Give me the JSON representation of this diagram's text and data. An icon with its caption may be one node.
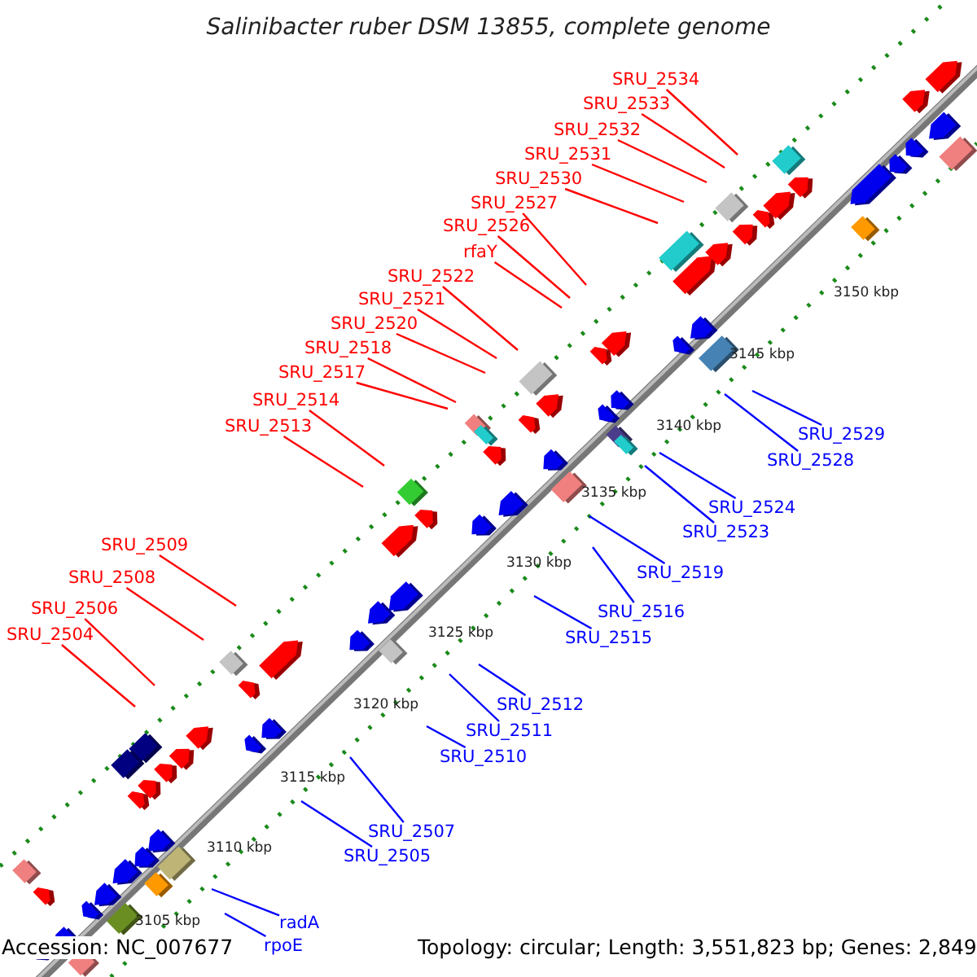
{
  "diagram": {
    "title": "Salinibacter ruber DSM 13855, complete genome",
    "nodes": [
      {
        "text": [
          "SRU_2534"
        ]
      },
      {
        "text": [
          "SRU_2533"
        ]
      },
      {
        "text": [
          "SRU_2532"
        ]
      },
      {
        "text": [
          "SRU_2531"
        ]
      },
      {
        "text": [
          "SRU_2530"
        ]
      },
      {
        "text": [
          "SRU_2527"
        ]
      },
      {
        "text": [
          "SRU_2526"
        ]
      },
      {
        "text": [
          "rfaY"
        ]
      },
      {
        "text": [
          "SRU_2522"
        ]
      },
      {
        "text": [
          "SRU_2521"
        ]
      },
      {
        "text": [
          "SRU_2520"
        ]
      },
      {
        "text": [
          "SRU_2518"
        ]
      },
      {
        "text": [
          "SRU_2517"
        ]
      },
      {
        "text": [
          "SRU_2514"
        ]
      },
      {
        "text": [
          "SRU_2513"
        ]
      },
      {
        "text": [
          "SRU_2509"
        ]
      },
      {
        "text": [
          "SRU_2508"
        ]
      },
      {
        "text": [
          "SRU_2506"
        ]
      },
      {
        "text": [
          "SRU_2504"
        ]
      },
      {
        "text": [
          "SRU_2529"
        ]
      },
      {
        "text": [
          "SRU_2528"
        ]
      },
      {
        "text": [
          "SRU_2524"
        ]
      },
      {
        "text": [
          "SRU_2523"
        ]
      },
      {
        "text": [
          "SRU_2519"
        ]
      },
      {
        "text": [
          "SRU_2516"
        ]
      },
      {
        "text": [
          "SRU_2515"
        ]
      },
      {
        "text": [
          "SRU_2512"
        ]
      },
      {
        "text": [
          "SRU_2511"
        ]
      },
      {
        "text": [
          "SRU_2510"
        ]
      },
      {
        "text": [
          "SRU_2507"
        ]
      },
      {
        "text": [
          "SRU_2505"
        ]
      },
      {
        "text": [
          "radA"
        ]
      },
      {
        "text": [
          "rpoE"
        ]
      }
    ],
    "edges": [
      {
        "from": 0,
        "to": null,
        "arrow": "none",
        "color": "#ff0000"
      },
      {
        "from": 1,
        "to": null,
        "arrow": "none",
        "color": "#ff0000"
      },
      {
        "from": 2,
        "to": null,
        "arrow": "none",
        "color": "#ff0000"
      },
      {
        "from": 3,
        "to": null,
        "arrow": "none",
        "color": "#ff0000"
      },
      {
        "from": 4,
        "to": null,
        "arrow": "none",
        "color": "#ff0000"
      },
      {
        "from": 5,
        "to": null,
        "arrow": "none",
        "color": "#ff0000"
      },
      {
        "from": 6,
        "to": null,
        "arrow": "none",
        "color": "#ff0000"
      },
      {
        "from": 7,
        "to": null,
        "arrow": "none",
        "color": "#ff0000"
      },
      {
        "from": 8,
        "to": null,
        "arrow": "none",
        "color": "#ff0000"
      },
      {
        "from": 9,
        "to": null,
        "arrow": "none",
        "color": "#ff0000"
      },
      {
        "from": 10,
        "to": null,
        "arrow": "none",
        "color": "#ff0000"
      },
      {
        "from": 11,
        "to": null,
        "arrow": "none",
        "color": "#ff0000"
      },
      {
        "from": 12,
        "to": null,
        "arrow": "none",
        "color": "#ff0000"
      },
      {
        "from": 13,
        "to": null,
        "arrow": "none",
        "color": "#ff0000"
      },
      {
        "from": 14,
        "to": null,
        "arrow": "none",
        "color": "#ff0000"
      },
      {
        "from": 15,
        "to": null,
        "arrow": "none",
        "color": "#ff0000"
      },
      {
        "from": 16,
        "to": null,
        "arrow": "none",
        "color": "#ff0000"
      },
      {
        "from": 17,
        "to": null,
        "arrow": "none",
        "color": "#ff0000"
      },
      {
        "from": 18,
        "to": null,
        "arrow": "none",
        "color": "#ff0000"
      },
      {
        "from": 19,
        "to": null,
        "arrow": "none",
        "color": "#0000ff"
      },
      {
        "from": 20,
        "to": null,
        "arrow": "none",
        "color": "#0000ff"
      },
      {
        "from": 21,
        "to": null,
        "arrow": "none",
        "color": "#0000ff"
      },
      {
        "from": 22,
        "to": null,
        "arrow": "none",
        "color": "#0000ff"
      },
      {
        "from": 23,
        "to": null,
        "arrow": "none",
        "color": "#0000ff"
      },
      {
        "from": 24,
        "to": null,
        "arrow": "none",
        "color": "#0000ff"
      },
      {
        "from": 25,
        "to": null,
        "arrow": "none",
        "color": "#0000ff"
      },
      {
        "from": 26,
        "to": null,
        "arrow": "none",
        "color": "#0000ff"
      },
      {
        "from": 27,
        "to": null,
        "arrow": "none",
        "color": "#0000ff"
      },
      {
        "from": 28,
        "to": null,
        "arrow": "none",
        "color": "#0000ff"
      },
      {
        "from": 29,
        "to": null,
        "arrow": "none",
        "color": "#0000ff"
      },
      {
        "from": 30,
        "to": null,
        "arrow": "none",
        "color": "#0000ff"
      },
      {
        "from": 31,
        "to": null,
        "arrow": "none",
        "color": "#0000ff"
      },
      {
        "from": 32,
        "to": null,
        "arrow": "none",
        "color": "#0000ff"
      }
    ],
    "labels": [
      "3150 kbp",
      "3145 kbp",
      "3140 kbp",
      "3135 kbp",
      "3130 kbp",
      "3125 kbp",
      "3120 kbp",
      "3115 kbp",
      "3110 kbp",
      "3105 kbp",
      "Accession: NC_007677",
      "Topology: circular; Length: 3,551,823 bp; Genes: 2,849"
    ]
  }
}
